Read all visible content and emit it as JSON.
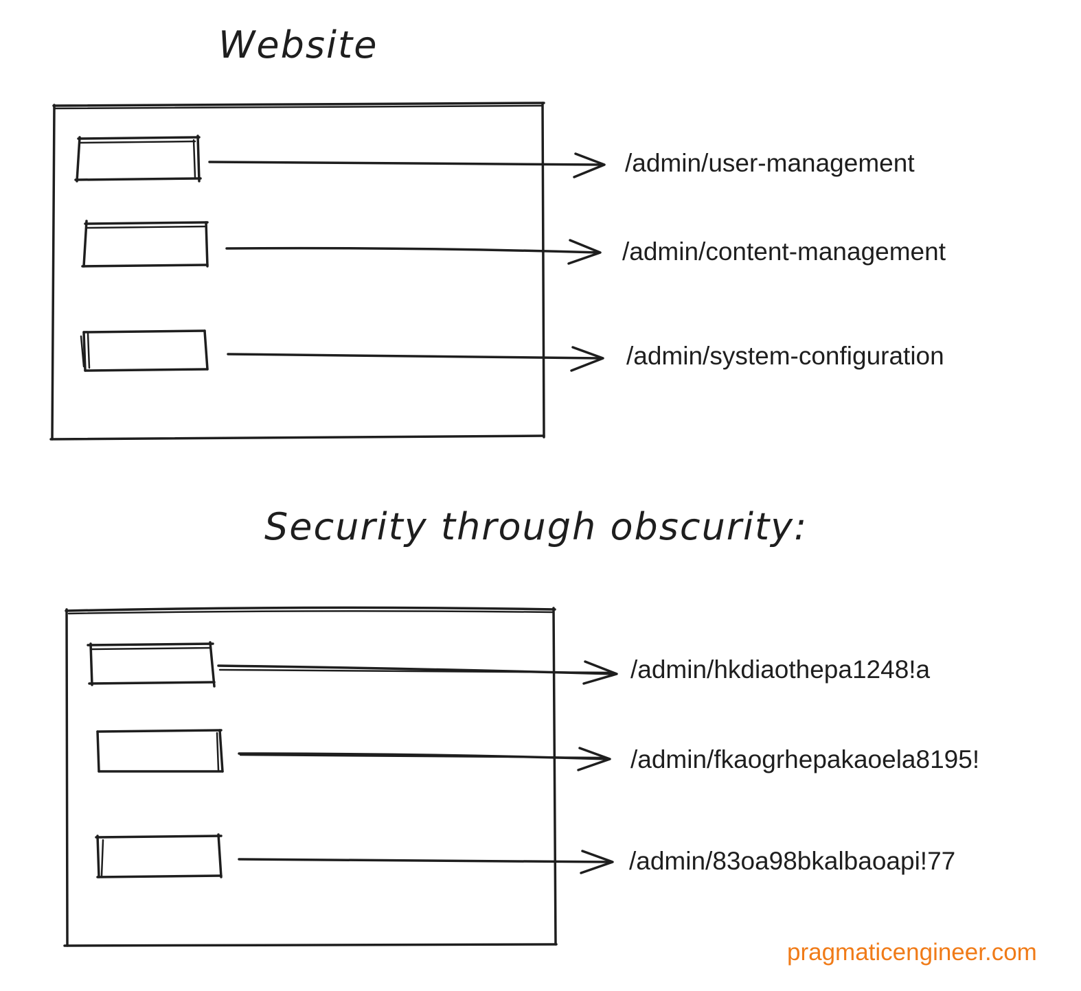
{
  "diagram": {
    "top_title": "Website",
    "bottom_title": "Security through obscurity:",
    "top_paths": [
      "/admin/user-management",
      "/admin/content-management",
      "/admin/system-configuration"
    ],
    "bottom_paths": [
      "/admin/hkdiaothepa1248!a",
      "/admin/fkaogrhepakaoela8195!",
      "/admin/83oa98bkalbaoapi!77"
    ]
  },
  "brand": {
    "text": "pragmaticengineer.com",
    "color": "#f07b18"
  },
  "colors": {
    "ink": "#1e1e1e",
    "background": "#ffffff"
  }
}
